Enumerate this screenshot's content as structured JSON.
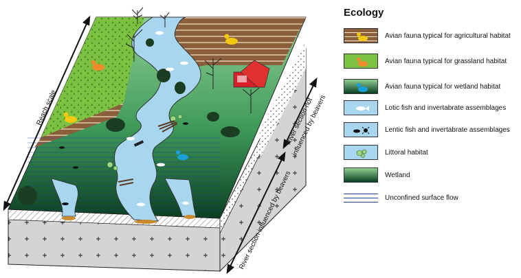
{
  "diagram": {
    "left_arrow_label": "Reach scale",
    "right_arrow_top_label_1": "River section not",
    "right_arrow_top_label_2": "influenced by beavers",
    "right_arrow_bottom_label": "River section  influenced by beavers"
  },
  "legend": {
    "title": "Ecology",
    "items": [
      {
        "label": "Avian fauna typical for agricultural habitat",
        "swatch": "agricultural",
        "icon": "duck-icon",
        "icon_color": "#f2c811"
      },
      {
        "label": "Avian fauna typical for grassland habitat",
        "swatch": "grassland",
        "icon": "duck-icon",
        "icon_color": "#f08a2a"
      },
      {
        "label": "Avian fauna typical for wetland habitat",
        "swatch": "wetland-dark",
        "icon": "duck-icon",
        "icon_color": "#1a9fd6"
      },
      {
        "label": "Lotic fish and invertabrate assemblages",
        "swatch": "water",
        "icon": "fish-icon"
      },
      {
        "label": "Lentic fish and invertabrate assemblages",
        "swatch": "water",
        "icon": "lentic-icon"
      },
      {
        "label": "Littoral habitat",
        "swatch": "water",
        "icon": "lily-pad-icon"
      },
      {
        "label": "Wetland",
        "swatch": "wetland",
        "icon": ""
      },
      {
        "label": "Unconfined surface flow",
        "swatch": "flow-lines",
        "icon": ""
      }
    ]
  },
  "colors": {
    "agricultural": "#8b5e3c",
    "grassland": "#7cc142",
    "wetland_light": "#7fc58f",
    "wetland_dark": "#0f4d2c",
    "water": "#a9d6ef",
    "beaver": "#5a3a22"
  }
}
